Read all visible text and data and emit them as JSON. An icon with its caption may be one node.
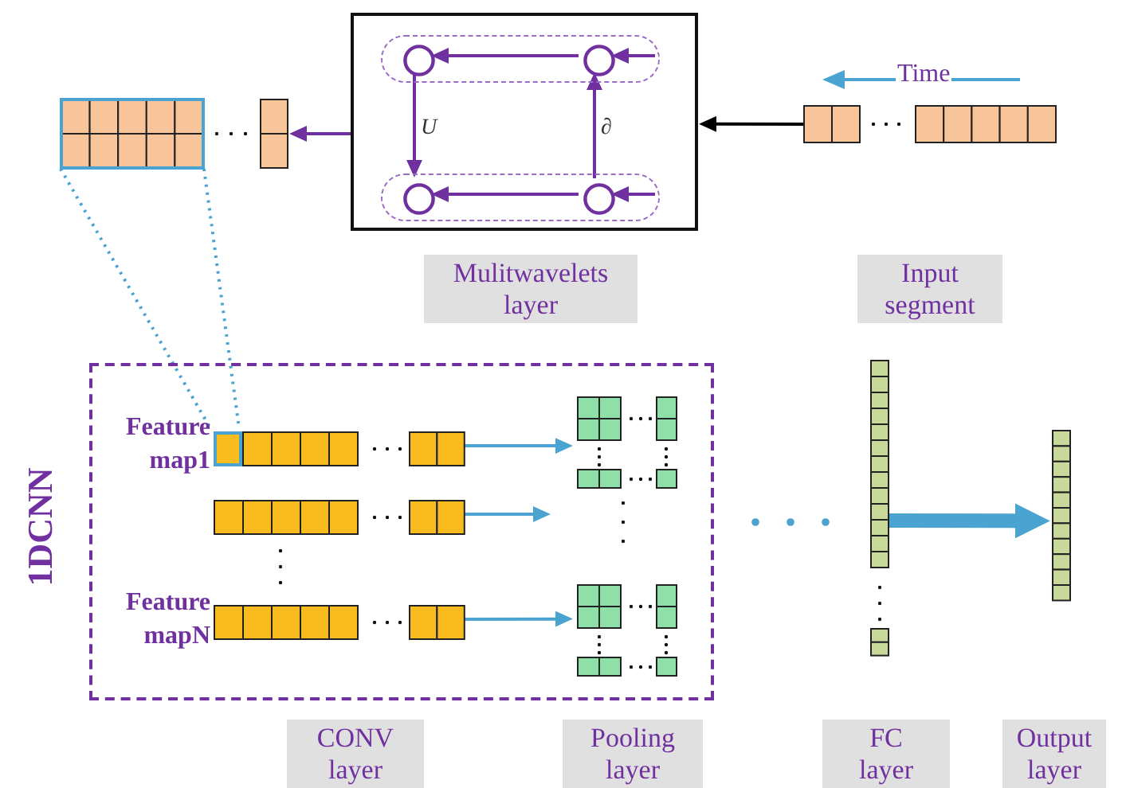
{
  "diagram": {
    "nodes": [
      {
        "text": [],
        "shape": "bar"
      },
      {
        "text": [],
        "shape": "box"
      },
      {
        "text": [],
        "shape": "box",
        "in": 1
      },
      {
        "text": [],
        "shape": "circle",
        "in": 2
      },
      {
        "text": [],
        "shape": "circle",
        "in": 2
      },
      {
        "text": [],
        "shape": "box",
        "in": 1
      },
      {
        "text": [],
        "shape": "circle",
        "in": 5
      },
      {
        "text": [],
        "shape": "circle",
        "in": 5
      },
      {
        "text": [],
        "shape": "bar"
      },
      {
        "text": [],
        "shape": "bar"
      },
      {
        "text": [
          "Mulitwavelets layer"
        ]
      },
      {
        "text": [
          "Input segment"
        ]
      },
      {
        "text": [],
        "shape": "box"
      },
      {
        "text": [],
        "shape": "bar",
        "in": 12,
        "beside": [
          "Feature map1"
        ]
      },
      {
        "text": [],
        "shape": "bar",
        "in": 12
      },
      {
        "text": [],
        "shape": "bar",
        "in": 12,
        "beside": [
          "Feature mapN"
        ]
      },
      {
        "text": [],
        "shape": "box",
        "in": 13
      },
      {
        "text": [],
        "shape": "bar",
        "in": 12
      },
      {
        "text": [],
        "shape": "bar",
        "in": 12
      },
      {
        "text": [],
        "shape": "bar"
      },
      {
        "text": [],
        "shape": "bar"
      },
      {
        "text": [
          "CONV layer"
        ]
      },
      {
        "text": [
          "Pooling layer"
        ]
      },
      {
        "text": [
          "FC layer"
        ]
      },
      {
        "text": [
          "Output layer"
        ]
      }
    ],
    "edges": [
      {
        "from": 0,
        "to": 1,
        "arrow": "to",
        "color": "#000000"
      },
      {
        "from": 1,
        "to": 8,
        "arrow": "to"
      },
      {
        "from": 4,
        "to": 3,
        "arrow": "to"
      },
      {
        "from": 7,
        "to": 6,
        "arrow": "to"
      },
      {
        "from": 3,
        "to": 6,
        "arrow": "to",
        "label": "U"
      },
      {
        "from": 7,
        "to": 4,
        "arrow": "to",
        "label": "∂"
      },
      {
        "from": null,
        "to": 4,
        "arrow": "to"
      },
      {
        "from": null,
        "to": 7,
        "arrow": "to"
      },
      {
        "from": 9,
        "to": 16,
        "arrow": "none",
        "style": "dashed",
        "color": "#4aa3d0"
      },
      {
        "from": 9,
        "to": 16,
        "arrow": "none",
        "style": "dashed",
        "color": "#4aa3d0"
      },
      {
        "from": 13,
        "to": 17,
        "arrow": "to",
        "color": "#4aa3d0"
      },
      {
        "from": 14,
        "to": null,
        "arrow": "to",
        "color": "#4aa3d0"
      },
      {
        "from": 15,
        "to": 18,
        "arrow": "to",
        "color": "#4aa3d0"
      },
      {
        "from": 19,
        "to": 20,
        "arrow": "to",
        "style": "thick",
        "color": "#4aa3d0"
      }
    ],
    "labels": [
      "Time",
      "1DCNN"
    ]
  }
}
